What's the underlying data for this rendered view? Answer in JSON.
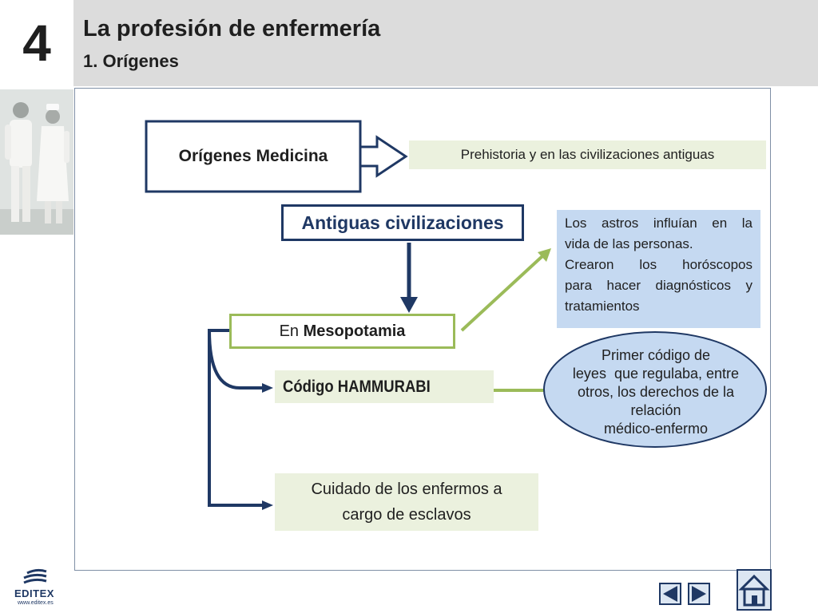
{
  "header": {
    "chapter_number": "4",
    "title": "La profesión de enfermería",
    "subtitle": "1. Orígenes"
  },
  "diagram": {
    "origenes_medicina": "Orígenes Medicina",
    "prehistoria": "Prehistoria y en las civilizaciones antiguas",
    "antiguas_civilizaciones": "Antiguas civilizaciones",
    "mesopotamia_prefix": "En ",
    "mesopotamia_bold": "Mesopotamia",
    "astros_lines": [
      "Los astros influían en la",
      "vida de las personas.",
      "Crearon los horóscopos",
      "para hacer diagnósticos y",
      "tratamientos"
    ],
    "hammurabi": "Código HAMMURABI",
    "codigo_lines": [
      "Primer código de",
      "leyes  que regulaba, entre",
      "otros, los derechos de la",
      "relación",
      "médico-enfermo"
    ],
    "cuidado_lines": [
      "Cuidado de los enfermos a",
      "cargo de esclavos"
    ]
  },
  "footer": {
    "logo_text": "EDITEX",
    "logo_url": "www.editex.es",
    "prev_icon": "previous-arrow-icon",
    "next_icon": "next-arrow-icon",
    "home_icon": "home-icon"
  },
  "colors": {
    "navy": "#1f3864",
    "green": "#9bbb59",
    "light_green": "#ebf1de",
    "light_blue": "#c5d9f1",
    "header_gray": "#dcdcdc"
  }
}
